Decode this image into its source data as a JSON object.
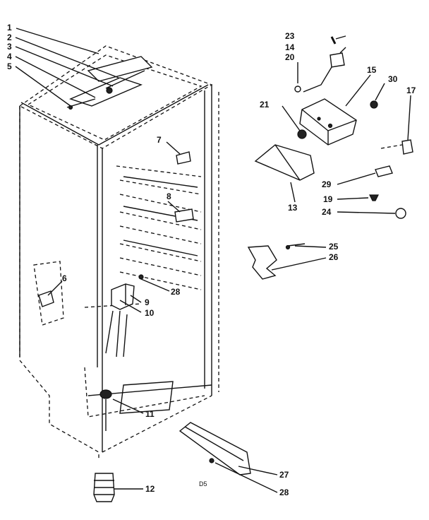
{
  "callouts": {
    "c1": "1",
    "c2": "2",
    "c3": "3",
    "c4": "4",
    "c5": "5",
    "c6": "6",
    "c7": "7",
    "c8": "8",
    "c9": "9",
    "c10": "10",
    "c11": "11",
    "c12": "12",
    "c13": "13",
    "c14": "14",
    "c15": "15",
    "c17": "17",
    "c19": "19",
    "c20": "20",
    "c21": "21",
    "c23": "23",
    "c24": "24",
    "c25": "25",
    "c26": "26",
    "c27": "27",
    "c28a": "28",
    "c28b": "28",
    "c29": "29",
    "c30": "30"
  },
  "diagram_code": "D5"
}
